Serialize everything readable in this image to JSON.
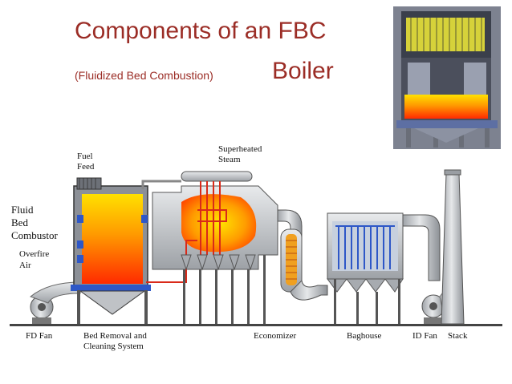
{
  "title": "Components of an FBC",
  "subtitle_small": "(Fluidized Bed Combustion)",
  "subtitle_large": "Boiler",
  "labels": {
    "fuel_feed": [
      "Fuel",
      "Feed"
    ],
    "superheated_steam": [
      "Superheated",
      "Steam"
    ],
    "fluid_bed_combustor": [
      "Fluid",
      "Bed",
      "Combustor"
    ],
    "overfire_air": [
      "Overfire",
      "Air"
    ],
    "fd_fan": "FD Fan",
    "bed_removal": [
      "Bed Removal and",
      "Cleaning System"
    ],
    "economizer": "Economizer",
    "baghouse": "Baghouse",
    "id_fan": "ID Fan",
    "stack": "Stack"
  },
  "colors": {
    "title": "#9b2d26",
    "metal": "#c9cccf",
    "fire_hot": "#ff3c00",
    "fire_warm": "#ffd400",
    "pipe_red": "#d92a1a",
    "duct_blue": "#2e57c7"
  }
}
